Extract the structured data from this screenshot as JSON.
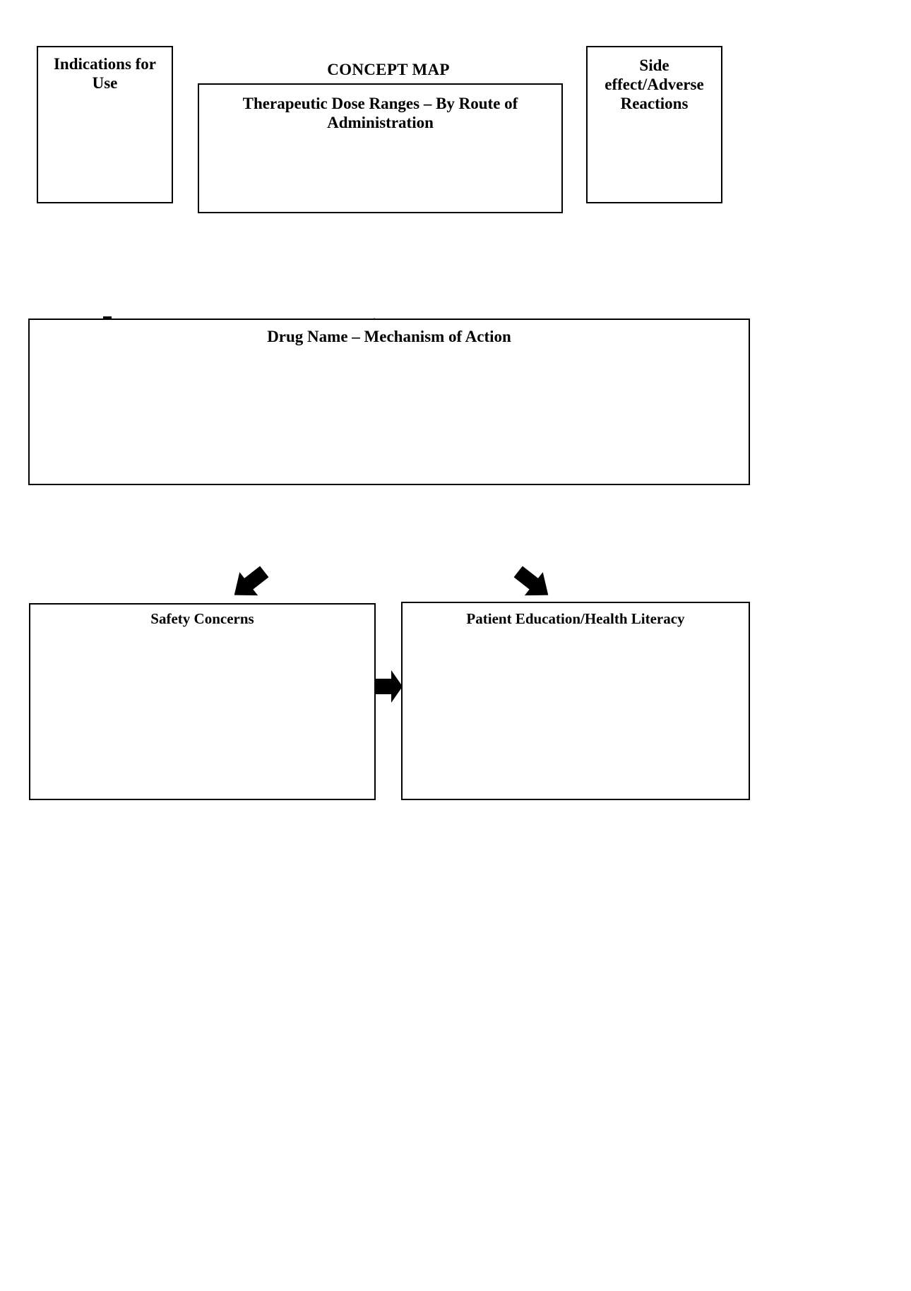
{
  "document": {
    "title": "CONCEPT MAP",
    "type": "blank-concept-map-worksheet"
  },
  "nodes": {
    "indications": {
      "label": "Indications for Use",
      "body": ""
    },
    "dose_ranges": {
      "label": "Therapeutic Dose Ranges – By Route of Administration",
      "body": ""
    },
    "side_effects": {
      "label": "Side effect/Adverse Reactions",
      "body": ""
    },
    "drug_name": {
      "label": "Drug Name – Mechanism of Action",
      "body": ""
    },
    "safety": {
      "label": "Safety Concerns",
      "body": ""
    },
    "patient_education": {
      "label": "Patient Education/Health Literacy",
      "body": ""
    }
  },
  "connectors": [
    {
      "name": "arrow-down-left",
      "icon": "arrow-down-icon",
      "direction": "down",
      "from": "indications",
      "to": "drug_name"
    },
    {
      "name": "arrow-up-center",
      "icon": "arrow-up-icon",
      "direction": "up",
      "from": "drug_name",
      "to": "dose_ranges"
    },
    {
      "name": "arrow-up-right",
      "icon": "arrow-up-icon",
      "direction": "up",
      "from": "drug_name",
      "to": "side_effects"
    },
    {
      "name": "arrow-diag-left",
      "icon": "arrow-down-left-icon",
      "direction": "down-left",
      "from": "drug_name",
      "to": "safety"
    },
    {
      "name": "arrow-diag-right",
      "icon": "arrow-down-right-icon",
      "direction": "down-right",
      "from": "drug_name",
      "to": "patient_education"
    },
    {
      "name": "arrow-right-mid",
      "icon": "arrow-right-icon",
      "direction": "right",
      "from": "safety",
      "to": "patient_education"
    }
  ],
  "colors": {
    "ink": "#000000",
    "paper": "#ffffff",
    "border": "#000000"
  }
}
